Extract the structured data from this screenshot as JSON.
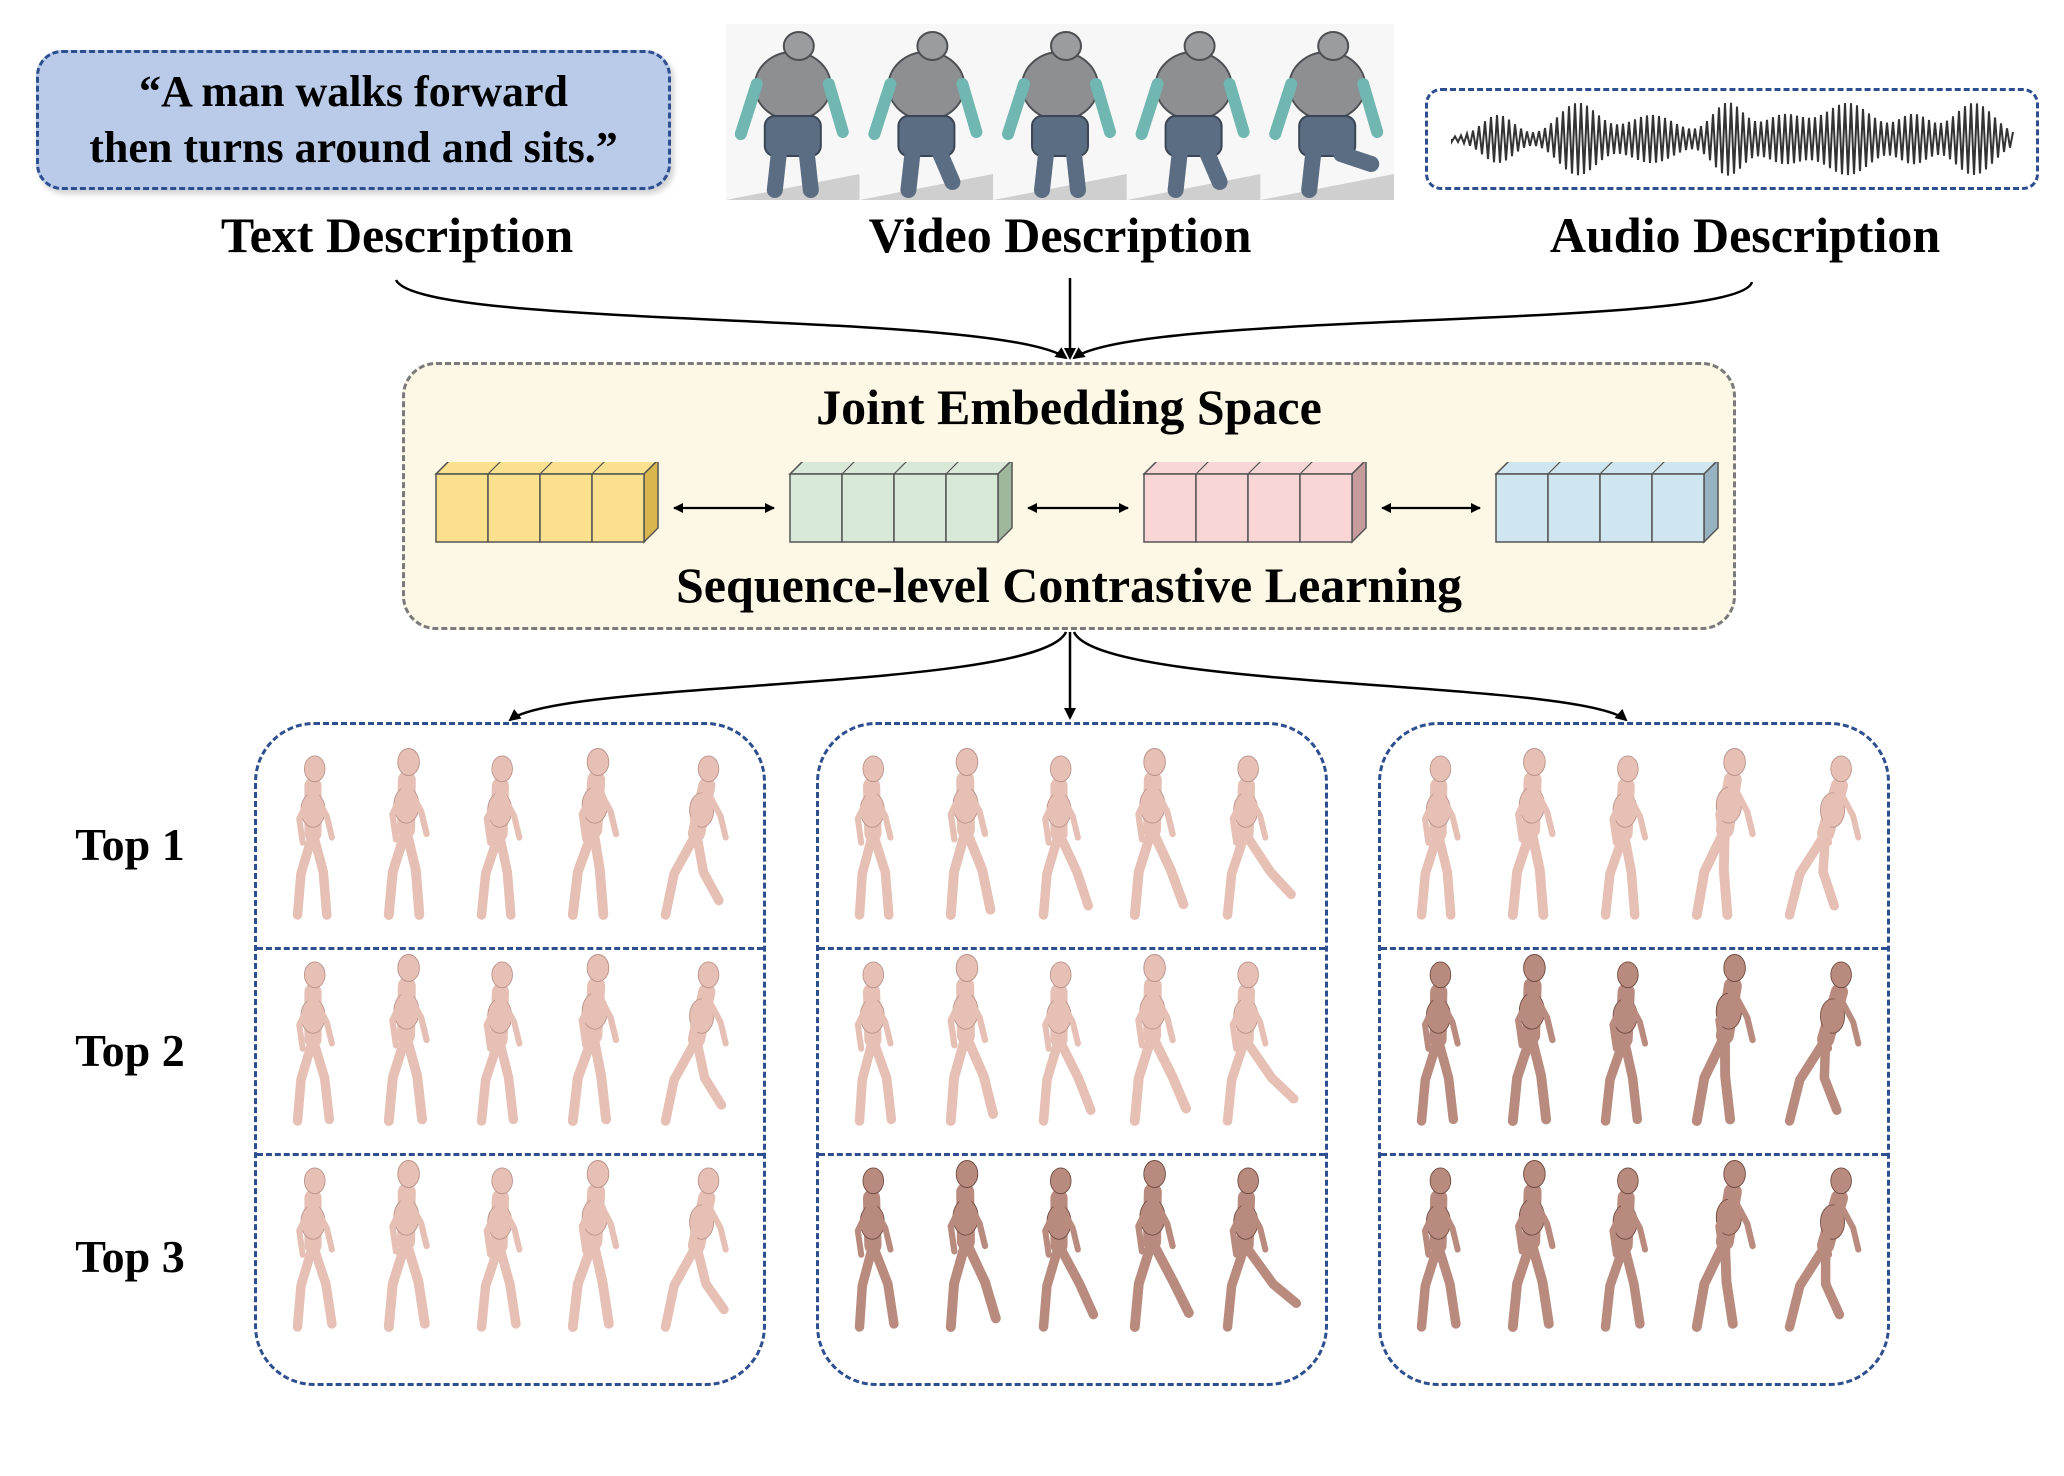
{
  "text_input": {
    "quote_line1": "“A man walks forward",
    "quote_line2": "then turns around and sits.”",
    "caption": "Text Description"
  },
  "video_input": {
    "caption": "Video Description",
    "frame_count": 5
  },
  "audio_input": {
    "caption": "Audio Description"
  },
  "joint_space": {
    "title": "Joint Embedding Space",
    "subtitle": "Sequence-level Contrastive Learning",
    "embeddings": [
      {
        "name": "text-embedding",
        "color": "#fbe08e",
        "side": "#d9b64e"
      },
      {
        "name": "video-embedding",
        "color": "#d9e9d8",
        "side": "#9fb79d"
      },
      {
        "name": "audio-embedding",
        "color": "#f8d6d6",
        "side": "#c59b9b"
      },
      {
        "name": "motion-embedding",
        "color": "#cfe5ef",
        "side": "#97b3c2"
      }
    ]
  },
  "results": {
    "row_labels": [
      "Top 1",
      "Top 2",
      "Top 3"
    ],
    "poses_per_cell": 5,
    "figure_color": "#e6c0b4",
    "panel_border_color": "#2e4f8f"
  }
}
